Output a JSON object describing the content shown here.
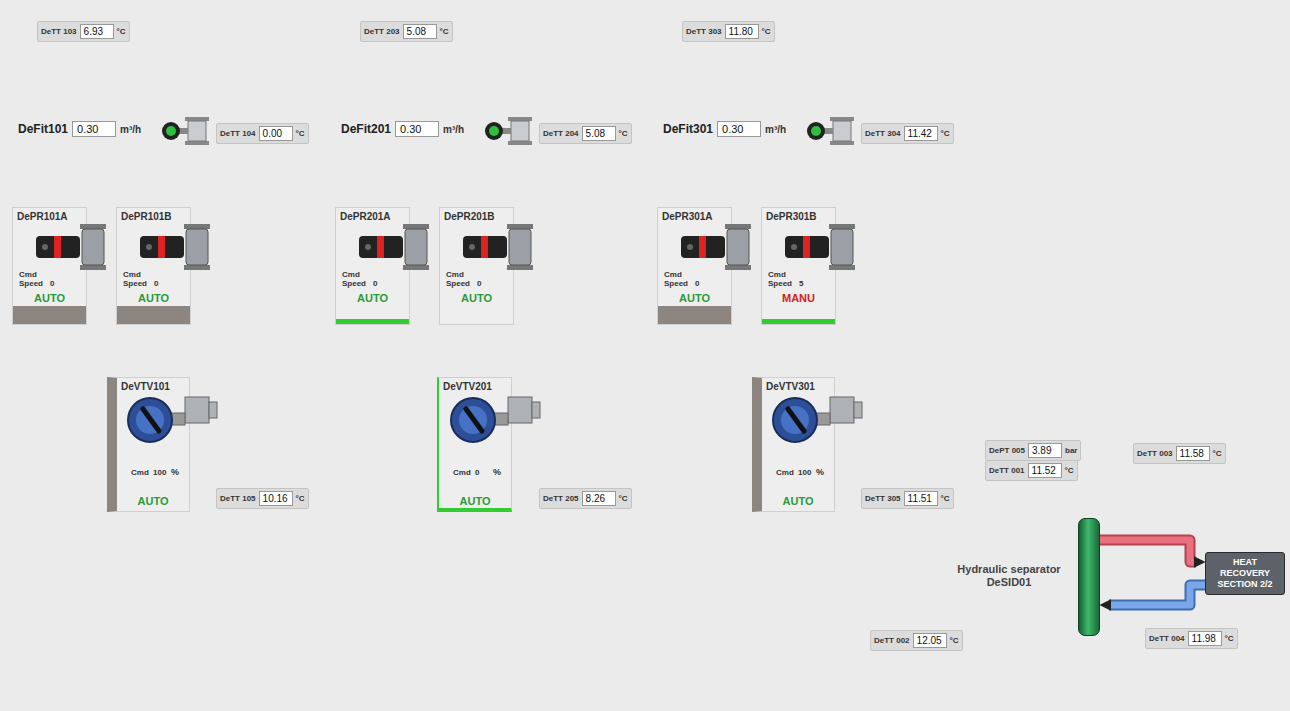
{
  "diagram": {
    "nodes": [
      {
        "text": [
          "DeTT 103",
          "6.93",
          "°C"
        ]
      },
      {
        "text": [
          "DeFit101",
          "0.30",
          "m³/h"
        ]
      },
      {
        "text": [
          "DeTT 104",
          "0.00",
          "°C"
        ]
      },
      {
        "text": [
          "DePR101A",
          "Cmd Speed",
          "0",
          "AUTO"
        ]
      },
      {
        "text": [
          "DePR101B",
          "Cmd Speed",
          "0",
          "AUTO"
        ]
      },
      {
        "text": [
          "DeVTV101",
          "Cmd",
          "100",
          "%",
          "AUTO"
        ]
      },
      {
        "text": [
          "DeTT 105",
          "10.16",
          "°C"
        ]
      },
      {
        "text": [
          "DeTT 203",
          "5.08",
          "°C"
        ]
      },
      {
        "text": [
          "DeFit201",
          "0.30",
          "m³/h"
        ]
      },
      {
        "text": [
          "DeTT 204",
          "5.08",
          "°C"
        ]
      },
      {
        "text": [
          "DePR201A",
          "Cmd Speed",
          "0",
          "AUTO"
        ]
      },
      {
        "text": [
          "DePR201B",
          "Cmd Speed",
          "0",
          "AUTO"
        ]
      },
      {
        "text": [
          "DeVTV201",
          "Cmd",
          "0",
          "%",
          "AUTO"
        ]
      },
      {
        "text": [
          "DeTT 205",
          "8.26",
          "°C"
        ]
      },
      {
        "text": [
          "DeTT 303",
          "11.80",
          "°C"
        ]
      },
      {
        "text": [
          "DeFit301",
          "0.30",
          "m³/h"
        ]
      },
      {
        "text": [
          "DeTT 304",
          "11.42",
          "°C"
        ]
      },
      {
        "text": [
          "DePR301A",
          "Cmd Speed",
          "0",
          "AUTO"
        ]
      },
      {
        "text": [
          "DePR301B",
          "Cmd Speed",
          "5",
          "MANU"
        ]
      },
      {
        "text": [
          "DeVTV301",
          "Cmd",
          "100",
          "%",
          "AUTO"
        ]
      },
      {
        "text": [
          "DeTT 305",
          "11.51",
          "°C"
        ]
      },
      {
        "text": [
          "DePT 005",
          "3.89",
          "bar"
        ]
      },
      {
        "text": [
          "DeTT 001",
          "11.52",
          "°C"
        ]
      },
      {
        "text": [
          "DeTT 003",
          "11.58",
          "°C"
        ]
      },
      {
        "text": [
          "Hydraulic separator DeSID01"
        ]
      },
      {
        "text": [
          "DeTT 002",
          "12.05",
          "°C"
        ]
      },
      {
        "text": [
          "DeTT 004",
          "11.98",
          "°C"
        ]
      },
      {
        "text": [
          "HEAT RECOVERY SECTION 2/2"
        ]
      }
    ],
    "edges": [
      {
        "from": 24,
        "to": 27,
        "arrow": "to"
      },
      {
        "from": 27,
        "to": 24,
        "arrow": "to"
      }
    ]
  }
}
